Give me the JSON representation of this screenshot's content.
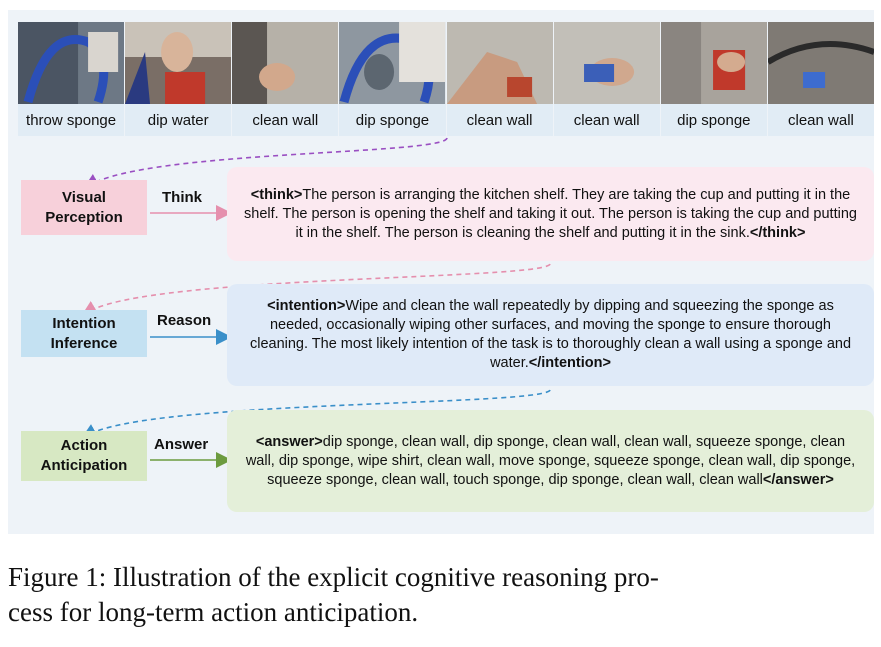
{
  "frames": [
    {
      "label": "throw sponge",
      "tint": "#6d7885"
    },
    {
      "label": "dip water",
      "tint": "#7a6e66"
    },
    {
      "label": "clean wall",
      "tint": "#b6b1a8"
    },
    {
      "label": "dip sponge",
      "tint": "#8e97a0"
    },
    {
      "label": "clean wall",
      "tint": "#bdb9b1"
    },
    {
      "label": "clean wall",
      "tint": "#c2bfb8"
    },
    {
      "label": "dip sponge",
      "tint": "#a8a39c"
    },
    {
      "label": "clean wall",
      "tint": "#7f7a74"
    }
  ],
  "stages": {
    "visual": {
      "line1": "Visual",
      "line2": "Perception",
      "arrow": "Think",
      "color": "#f7d0da",
      "arrow_color": "#e58fad"
    },
    "intention": {
      "line1": "Intention",
      "line2": "Inference",
      "arrow": "Reason",
      "color": "#c4e1f2",
      "arrow_color": "#3a8fc9"
    },
    "action": {
      "line1": "Action",
      "line2": "Anticipation",
      "arrow": "Answer",
      "color": "#d7e8c3",
      "arrow_color": "#6c9b3f"
    }
  },
  "boxes": {
    "think_open": "<think>",
    "think_text": "The person is arranging the kitchen shelf. They are taking the cup and putting it in the shelf. The person is opening the shelf and taking it out. The person is taking the cup and putting it in the shelf. The person is cleaning the shelf and putting it in the sink.",
    "think_close": "</think>",
    "intention_open": "<intention>",
    "intention_text": "Wipe and clean the wall repeatedly by dipping and squeezing the sponge as needed, occasionally wiping other surfaces, and moving the sponge to ensure thorough cleaning. The most likely intention of the task is to thoroughly clean a wall using a sponge and water.",
    "intention_close": "</intention>",
    "answer_open": "<answer>",
    "answer_text": "dip sponge, clean wall, dip sponge, clean wall, clean wall, squeeze sponge, clean wall, dip sponge, wipe shirt, clean wall, move sponge, squeeze sponge, clean wall, dip sponge, squeeze sponge, clean wall, touch sponge, dip sponge, clean wall, clean wall",
    "answer_close": "</answer>"
  },
  "caption": "Figure 1: Illustration of the explicit cognitive reasoning pro- cess for long-term action anticipation.",
  "caption_line1": "Figure 1: Illustration of the explicit cognitive reasoning pro-",
  "caption_line2": "cess for long-term action anticipation."
}
